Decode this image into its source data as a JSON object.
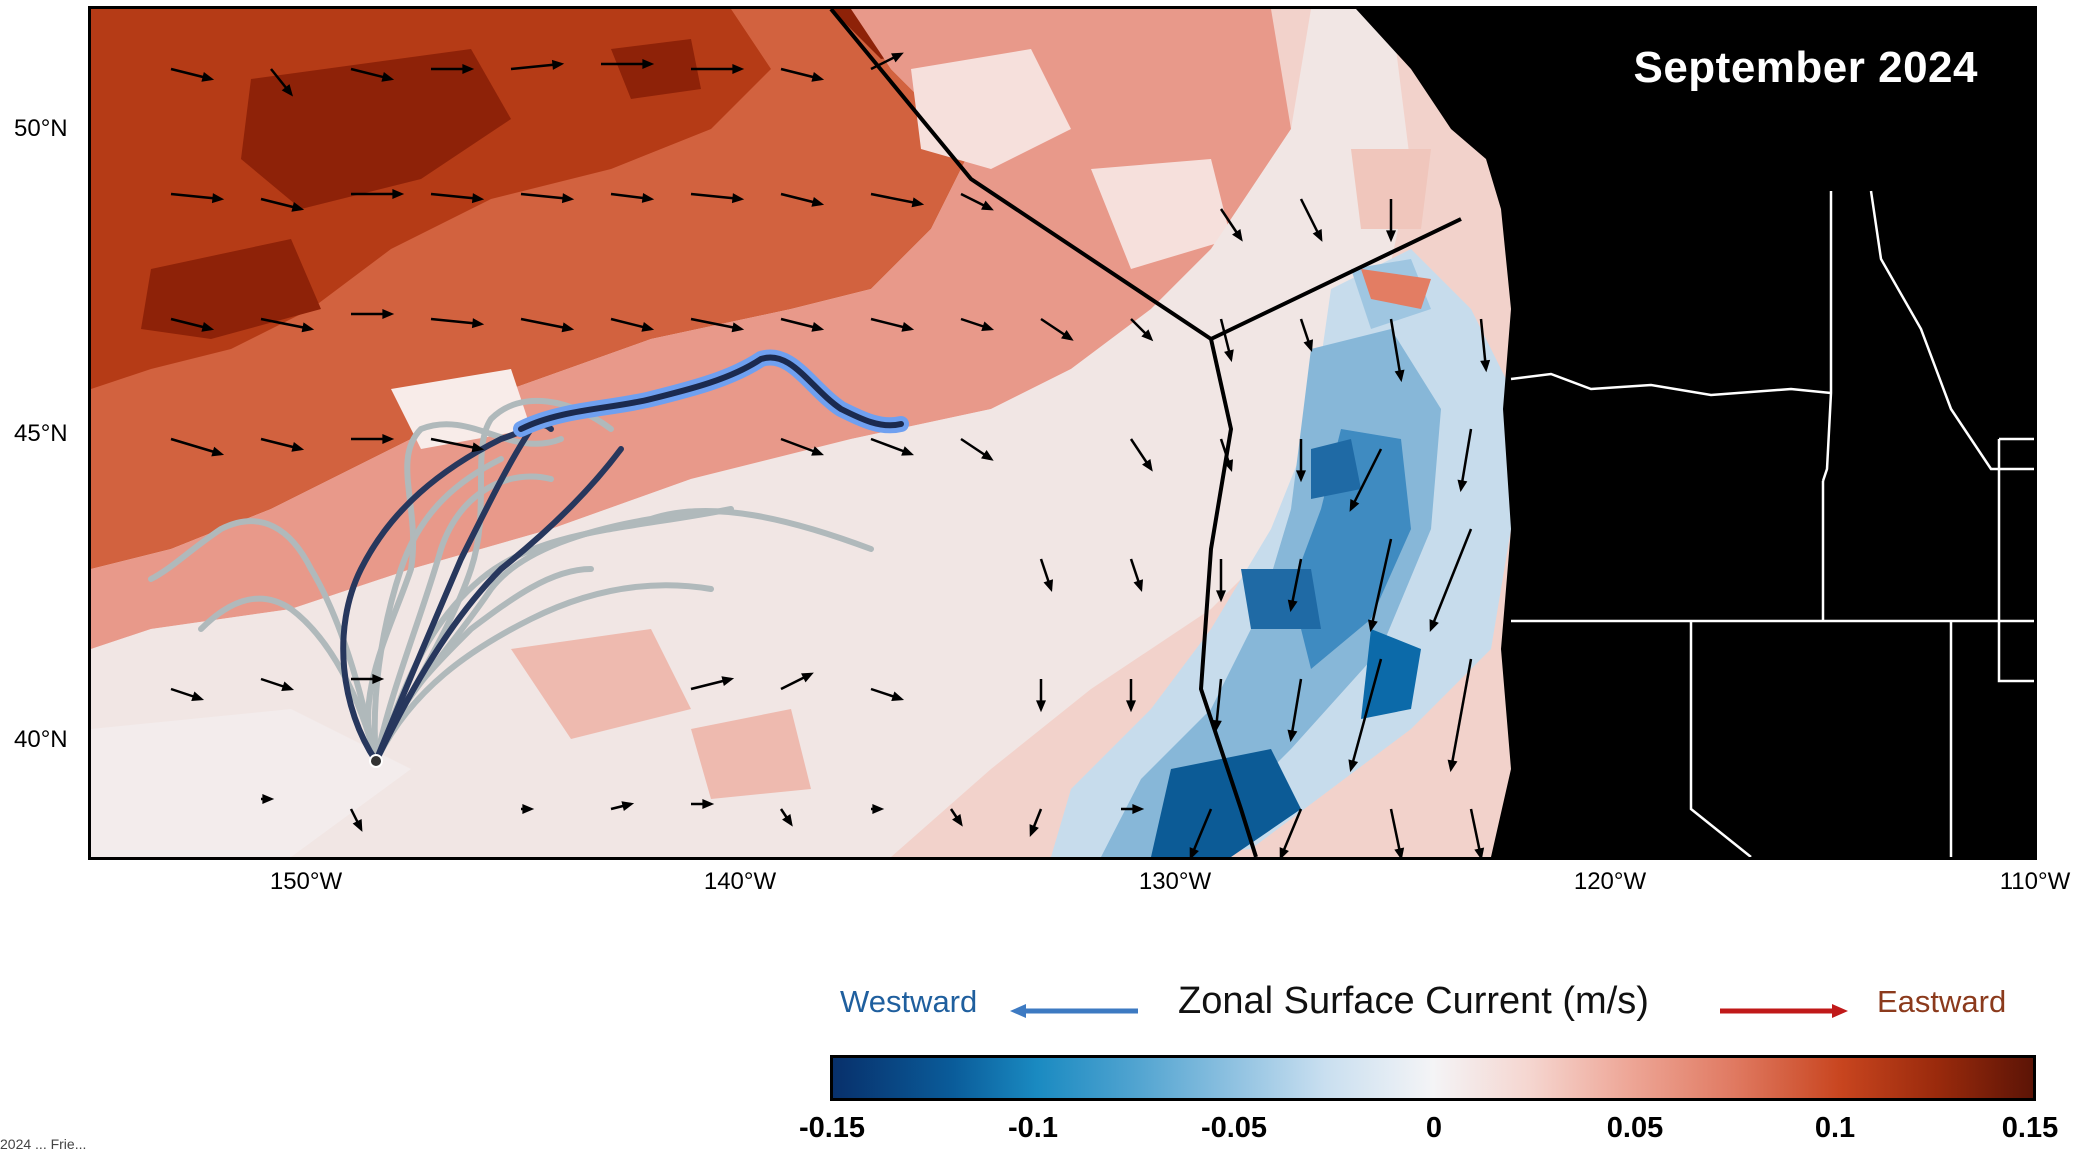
{
  "map": {
    "title": "September 2024",
    "lat_labels": [
      "50°N",
      "45°N",
      "40°N"
    ],
    "lon_labels": [
      "150°W",
      "140°W",
      "130°W",
      "120°W",
      "110°W"
    ]
  },
  "legend": {
    "west_label": "Westward",
    "title": "Zonal Surface Current (m/s)",
    "east_label": "Eastward",
    "ticks": [
      "-0.15",
      "-0.1",
      "-0.05",
      "0",
      "0.05",
      "0.1",
      "0.15"
    ],
    "range": [
      -0.15,
      0.15
    ]
  },
  "credit": "2024 ... Frie..."
}
